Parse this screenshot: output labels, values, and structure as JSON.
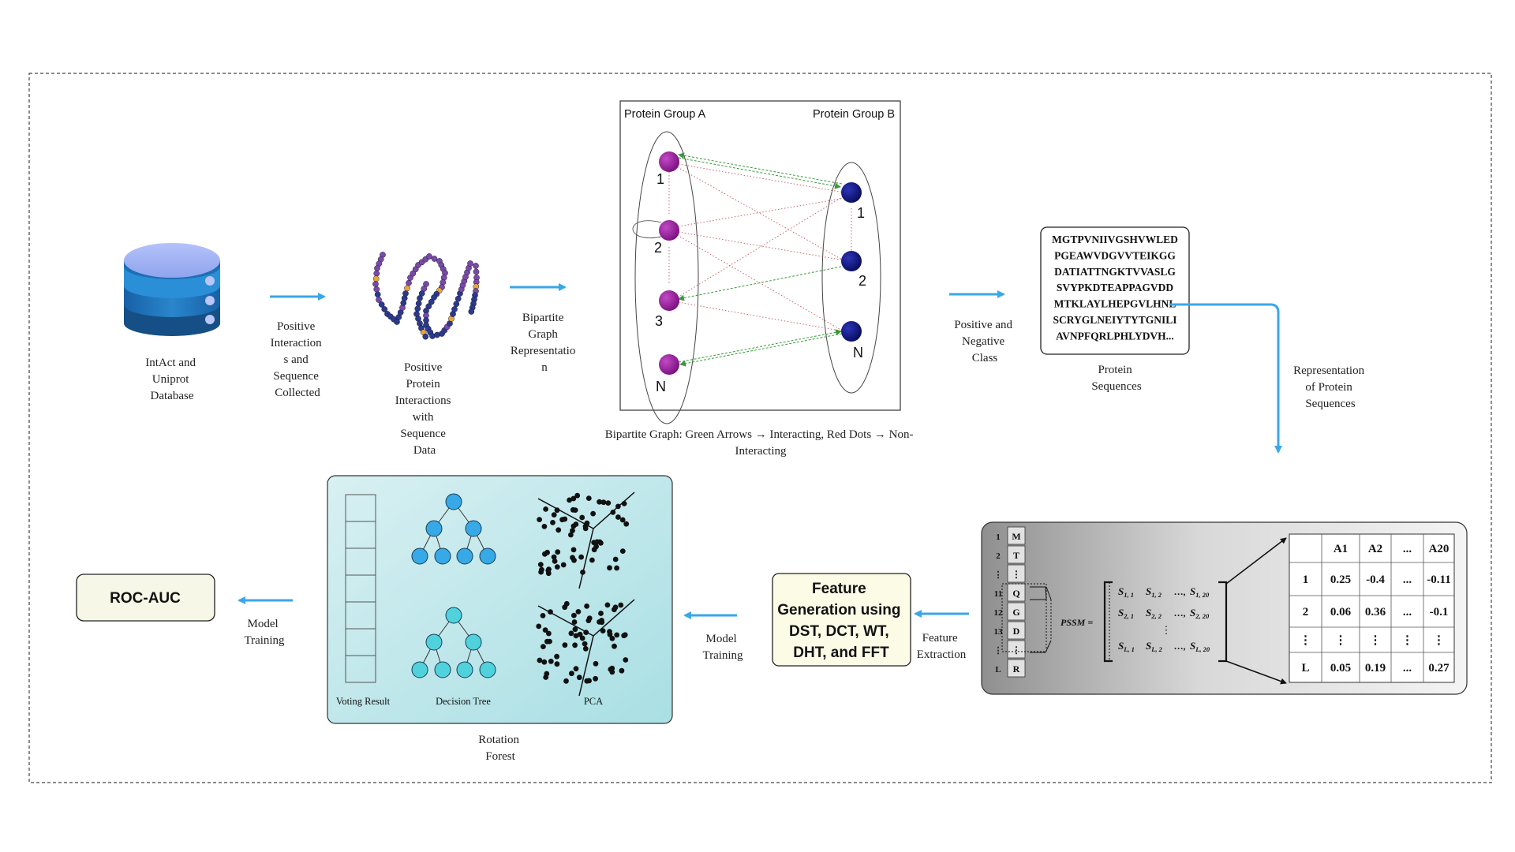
{
  "colors": {
    "arrow": "#3aa7e8",
    "node_a": "#8a1a8e",
    "node_b": "#0b1178",
    "edge_interacting": "#3a9a3a",
    "edge_noninteracting": "#c9656a",
    "rf_panel": "#c2e6ea",
    "db_top": "#a9b9f5",
    "db_body": "#1d6fb5",
    "tree_blue": "#37a9e6",
    "tree_cyan": "#4fd2dc",
    "feature_box": "#fcfbe6",
    "roc_box": "#f6f7e6"
  },
  "steps": {
    "database": [
      "IntAct and",
      "Uniprot",
      "Database"
    ],
    "collected": [
      "Positive",
      "Interaction",
      "s and",
      "Sequence",
      "Collected"
    ],
    "positive_ppi": [
      "Positive",
      "Protein",
      "Interactions",
      "with",
      "Sequence",
      "Data"
    ],
    "bipartite_rep": [
      "Bipartite",
      "Graph",
      "Representatio",
      "n"
    ],
    "pos_neg": [
      "Positive and",
      "Negative",
      "Class"
    ],
    "protein_seq_label": [
      "Protein",
      "Sequences"
    ],
    "repr_protein": [
      "Representation",
      "of Protein",
      "Sequences"
    ],
    "feature_extraction": [
      "Feature",
      "Extraction"
    ],
    "model_training_1": [
      "Model",
      "Training"
    ],
    "model_training_2": [
      "Model",
      "Training"
    ],
    "rotation_forest": [
      "Rotation",
      "Forest"
    ]
  },
  "bipartite": {
    "group_a": "Protein Group A",
    "group_b": "Protein Group B",
    "a_labels": [
      "1",
      "2",
      "3",
      "N"
    ],
    "b_labels": [
      "1",
      "2",
      "N"
    ],
    "caption": [
      "Bipartite Graph: Green Arrows → Interacting, Red Dots → Non-",
      "Interacting"
    ]
  },
  "sequences": [
    "MGTPVNIIVGSHVWLED",
    "PGEAWVDGVVTEIKGG",
    "DATIATTNGKTVVASLG",
    "SVYPKDTEAPPAGVDD",
    "MTKLAYLHEPGVLHNL",
    "SCRYGLNEIYTYTGNILI",
    "AVNPFQRLPHLYDVH..."
  ],
  "pssm": {
    "row_indices": [
      "1",
      "2",
      "⋮",
      "11",
      "12",
      "13",
      "⋮",
      "L"
    ],
    "residues": [
      "M",
      "T",
      "⋮",
      "Q",
      "G",
      "D",
      "⋮",
      "R"
    ],
    "label": "PSSM =",
    "matrix_rows": [
      [
        "S",
        "1, 1",
        "S",
        "1, 2",
        "S",
        "1, 20"
      ],
      [
        "S",
        "2, 1",
        "S",
        "2, 2",
        "S",
        "2, 20"
      ],
      [
        "S",
        "L, 1",
        "S",
        "L, 2",
        "S",
        "L, 20"
      ]
    ],
    "dots": "…,",
    "table_header": [
      "",
      "A1",
      "A2",
      "...",
      "A20"
    ],
    "table_rows": [
      [
        "1",
        "0.25",
        "-0.4",
        "...",
        "-0.11"
      ],
      [
        "2",
        "0.06",
        "0.36",
        "...",
        "-0.1"
      ],
      [
        "⋮",
        "⋮",
        "⋮",
        "⋮",
        "⋮"
      ],
      [
        "L",
        "0.05",
        "0.19",
        "...",
        "0.27"
      ]
    ]
  },
  "feature_generation": [
    "Feature",
    "Generation using",
    "DST, DCT, WT,",
    "DHT, and FFT"
  ],
  "rotation_forest_panel": {
    "voting": "Voting Result",
    "tree": "Decision Tree",
    "pca": "PCA"
  },
  "roc": "ROC-AUC"
}
